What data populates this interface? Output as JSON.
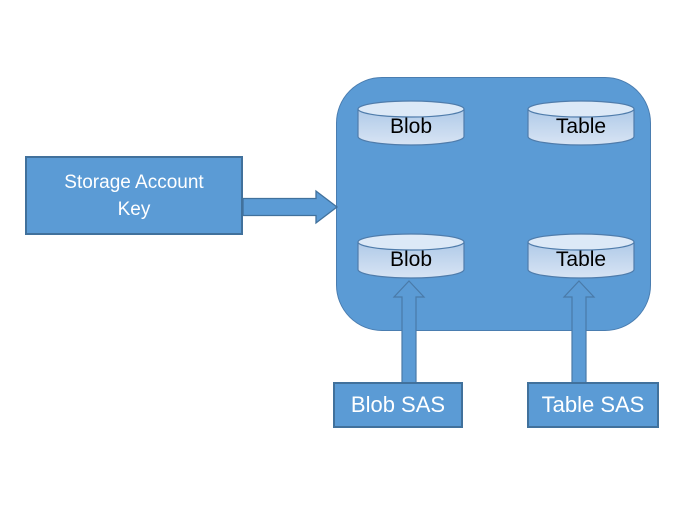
{
  "boxes": {
    "storage_key": {
      "label": "Storage Account Key"
    },
    "blob_sas": {
      "label": "Blob SAS"
    },
    "table_sas": {
      "label": "Table SAS"
    }
  },
  "cylinders": [
    {
      "name": "blob-top",
      "label": "Blob"
    },
    {
      "name": "table-top",
      "label": "Table"
    },
    {
      "name": "blob-bottom",
      "label": "Blob"
    },
    {
      "name": "table-bottom",
      "label": "Table"
    }
  ],
  "colors": {
    "shape_fill": "#5B9BD5",
    "shape_border": "#41719C",
    "container_fill": "#5B9BD5",
    "container_border": "#4A7DB0",
    "cylinder_top_fill": "#DCE9F7",
    "cylinder_body_fill_top": "#AFCAE8",
    "cylinder_body_fill_bottom": "#D8E4F4",
    "cylinder_border": "#4F7CAB",
    "text_on_blue": "#FFFFFF",
    "text_on_cylinder": "#000000",
    "background": "#FFFFFF"
  }
}
